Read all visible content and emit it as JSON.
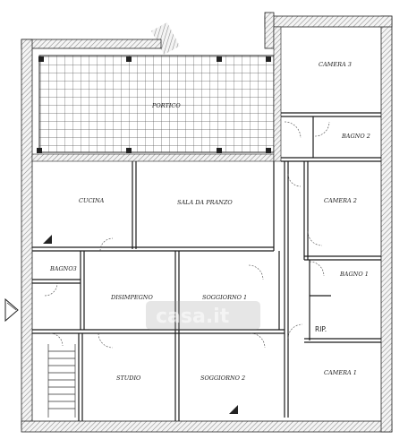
{
  "plan": {
    "rooms": {
      "portico": "PORTICO",
      "camera3": "CAMERA 3",
      "bagno2": "BAGNO 2",
      "cucina": "CUCINA",
      "sala_da_pranzo": "SALA DA PRANZO",
      "camera2": "CAMERA 2",
      "bagno3": "BAGNO3",
      "bagno1": "BAGNO 1",
      "disimpegno": "DISIMPEGNO",
      "soggiorno1": "SOGGIORNO 1",
      "rip": "RIP.",
      "studio": "STUDIO",
      "soggiorno2": "SOGGIORNO 2",
      "camera1": "CAMERA 1"
    },
    "watermark": "casa.it",
    "colors": {
      "wall_hatch": "#8a8a8a",
      "wall_fill": "#f2f2f2",
      "line": "#1a1a1a",
      "tile": "#555555",
      "watermark_bg": "#9a9a9a"
    }
  }
}
